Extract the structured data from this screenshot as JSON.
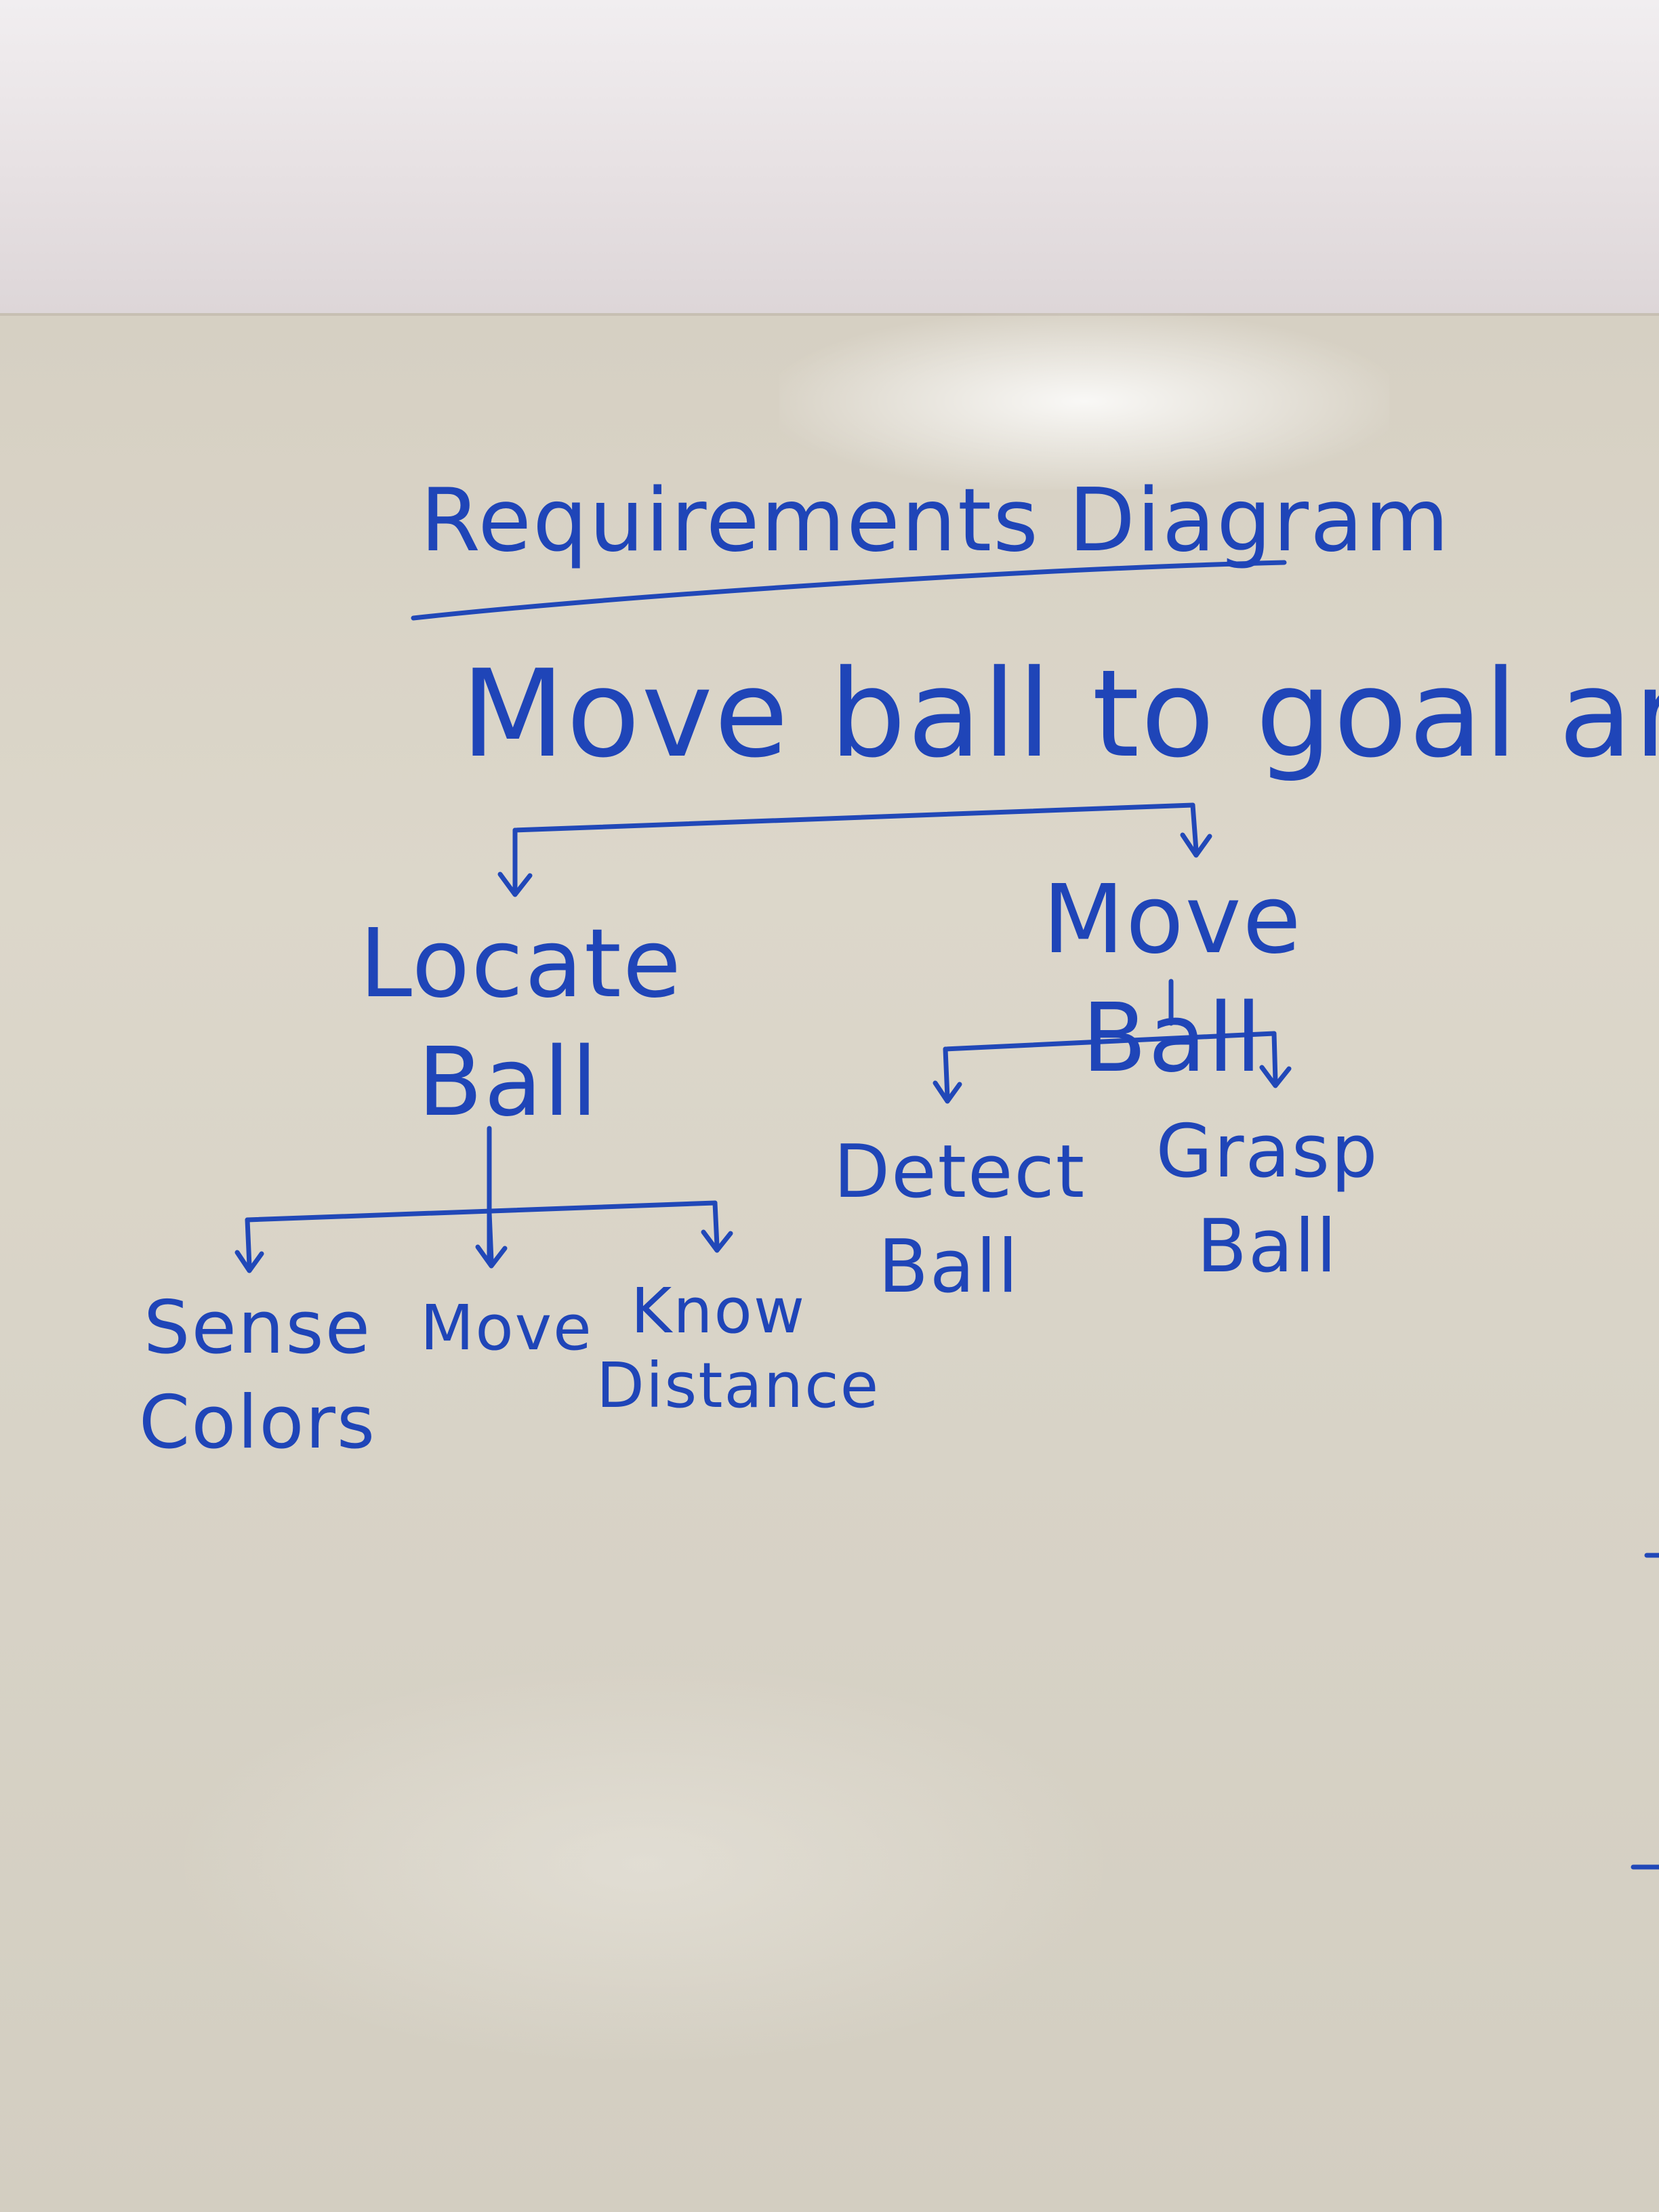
{
  "whiteboard": {
    "title": "Requirements Diagram",
    "root": "Move ball to goal area",
    "level1": {
      "left": {
        "line1": "Locate",
        "line2": "Ball"
      },
      "right": {
        "line1": "Move Ball"
      }
    },
    "locate_children": [
      {
        "line1": "Sense",
        "line2": "Colors"
      },
      {
        "line1": "Move",
        "line2": ""
      },
      {
        "line1": "Know",
        "line2": "Distance"
      }
    ],
    "move_children": [
      {
        "line1": "Detect",
        "line2": "Ball"
      },
      {
        "line1": "Grasp",
        "line2": "Ball"
      }
    ],
    "ink_color": "#1f45b8"
  }
}
